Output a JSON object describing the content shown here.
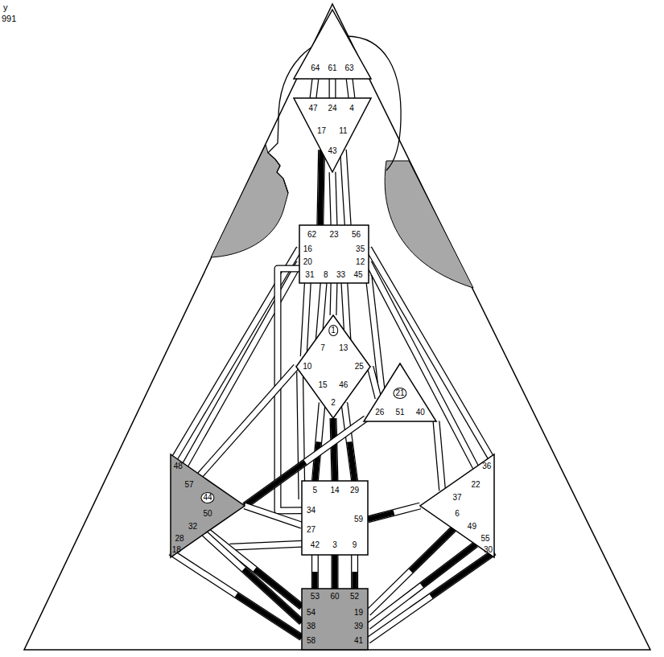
{
  "diagram": {
    "nodes": [
      {
        "text": [
          "64",
          "61",
          "63"
        ]
      },
      {
        "text": [
          "47",
          "24",
          "4",
          "17",
          "11",
          "43"
        ]
      },
      {
        "text": [
          "62",
          "23",
          "56",
          "16",
          "20",
          "35",
          "12",
          "31",
          "8",
          "33",
          "45"
        ]
      },
      {
        "text": [
          "1",
          "7",
          "13",
          "10",
          "25",
          "15",
          "46",
          "2"
        ]
      },
      {
        "text": [
          "21",
          "26",
          "51",
          "40"
        ]
      },
      {
        "text": [
          "48",
          "57",
          "44",
          "50",
          "32",
          "28",
          "18"
        ]
      },
      {
        "text": [
          "5",
          "14",
          "29",
          "34",
          "27",
          "59",
          "42",
          "3",
          "9"
        ]
      },
      {
        "text": [
          "36",
          "22",
          "37",
          "6",
          "49",
          "55",
          "30"
        ]
      },
      {
        "text": [
          "53",
          "60",
          "52",
          "54",
          "38",
          "58",
          "19",
          "39",
          "41"
        ]
      }
    ],
    "edges": [
      {
        "from": 0,
        "to": 1,
        "arrow": "none"
      },
      {
        "from": 0,
        "to": 1,
        "arrow": "none"
      },
      {
        "from": 0,
        "to": 1,
        "arrow": "none"
      },
      {
        "from": 1,
        "to": 2,
        "arrow": "none"
      },
      {
        "from": 1,
        "to": 2,
        "arrow": "none"
      },
      {
        "from": 1,
        "to": 2,
        "arrow": "none"
      },
      {
        "from": 2,
        "to": 5,
        "arrow": "none"
      },
      {
        "from": 2,
        "to": 5,
        "arrow": "none"
      },
      {
        "from": 2,
        "to": 6,
        "arrow": "none"
      },
      {
        "from": 2,
        "to": 3,
        "arrow": "none"
      },
      {
        "from": 2,
        "to": 3,
        "arrow": "none"
      },
      {
        "from": 2,
        "to": 3,
        "arrow": "none"
      },
      {
        "from": 2,
        "to": 3,
        "arrow": "none"
      },
      {
        "from": 2,
        "to": 4,
        "arrow": "none"
      },
      {
        "from": 2,
        "to": 7,
        "arrow": "none"
      },
      {
        "from": 2,
        "to": 7,
        "arrow": "none"
      },
      {
        "from": 3,
        "to": 4,
        "arrow": "none"
      },
      {
        "from": 3,
        "to": 5,
        "arrow": "none"
      },
      {
        "from": 3,
        "to": 6,
        "arrow": "none"
      },
      {
        "from": 3,
        "to": 6,
        "arrow": "none"
      },
      {
        "from": 3,
        "to": 6,
        "arrow": "none"
      },
      {
        "from": 3,
        "to": 6,
        "arrow": "none"
      },
      {
        "from": 4,
        "to": 5,
        "arrow": "none"
      },
      {
        "from": 4,
        "to": 7,
        "arrow": "none"
      },
      {
        "from": 5,
        "to": 6,
        "arrow": "none"
      },
      {
        "from": 5,
        "to": 6,
        "arrow": "none"
      },
      {
        "from": 5,
        "to": 8,
        "arrow": "none"
      },
      {
        "from": 5,
        "to": 8,
        "arrow": "none"
      },
      {
        "from": 5,
        "to": 8,
        "arrow": "none"
      },
      {
        "from": 6,
        "to": 7,
        "arrow": "none"
      },
      {
        "from": 6,
        "to": 8,
        "arrow": "none"
      },
      {
        "from": 6,
        "to": 8,
        "arrow": "none"
      },
      {
        "from": 6,
        "to": 8,
        "arrow": "none"
      },
      {
        "from": 7,
        "to": 8,
        "arrow": "none"
      },
      {
        "from": 7,
        "to": 8,
        "arrow": "none"
      },
      {
        "from": 7,
        "to": 8,
        "arrow": "none"
      }
    ],
    "labels": [
      "y",
      "991"
    ]
  }
}
